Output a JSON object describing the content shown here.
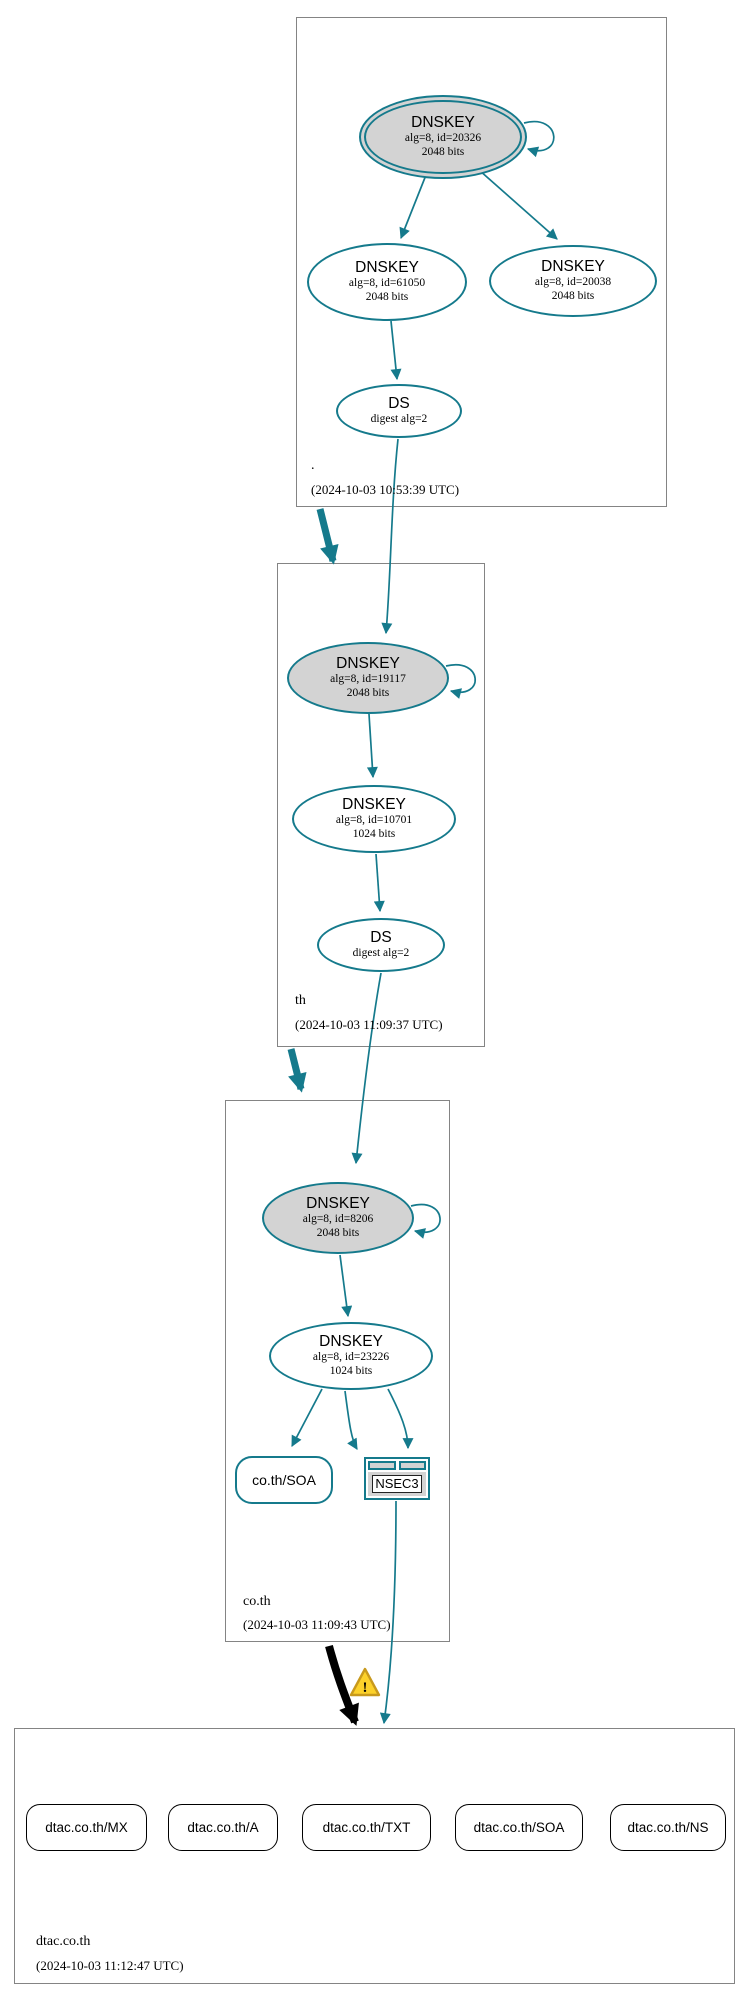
{
  "colors": {
    "secure_edge": "#157a8c",
    "bogus_edge": "#000000",
    "key_fill": "#d3d3d3",
    "box_border": "#848484",
    "warning_fill": "#fcd12a",
    "warning_border": "#c8991c"
  },
  "zones": {
    "root": {
      "label": ".",
      "timestamp": "(2024-10-03 10:53:39 UTC)",
      "ksk": {
        "title": "DNSKEY",
        "alg": "alg=8, id=20326",
        "bits": "2048 bits"
      },
      "zsk_a": {
        "title": "DNSKEY",
        "alg": "alg=8, id=61050",
        "bits": "2048 bits"
      },
      "zsk_b": {
        "title": "DNSKEY",
        "alg": "alg=8, id=20038",
        "bits": "2048 bits"
      },
      "ds": {
        "title": "DS",
        "digest": "digest alg=2"
      }
    },
    "th": {
      "label": "th",
      "timestamp": "(2024-10-03 11:09:37 UTC)",
      "ksk": {
        "title": "DNSKEY",
        "alg": "alg=8, id=19117",
        "bits": "2048 bits"
      },
      "zsk": {
        "title": "DNSKEY",
        "alg": "alg=8, id=10701",
        "bits": "1024 bits"
      },
      "ds": {
        "title": "DS",
        "digest": "digest alg=2"
      }
    },
    "co_th": {
      "label": "co.th",
      "timestamp": "(2024-10-03 11:09:43 UTC)",
      "ksk": {
        "title": "DNSKEY",
        "alg": "alg=8, id=8206",
        "bits": "2048 bits"
      },
      "zsk": {
        "title": "DNSKEY",
        "alg": "alg=8, id=23226",
        "bits": "1024 bits"
      },
      "soa": {
        "label": "co.th/SOA"
      },
      "nsec3": {
        "label": "NSEC3"
      }
    },
    "dtac": {
      "label": "dtac.co.th",
      "timestamp": "(2024-10-03 11:12:47 UTC)",
      "rrsets": [
        "dtac.co.th/MX",
        "dtac.co.th/A",
        "dtac.co.th/TXT",
        "dtac.co.th/SOA",
        "dtac.co.th/NS"
      ]
    }
  }
}
